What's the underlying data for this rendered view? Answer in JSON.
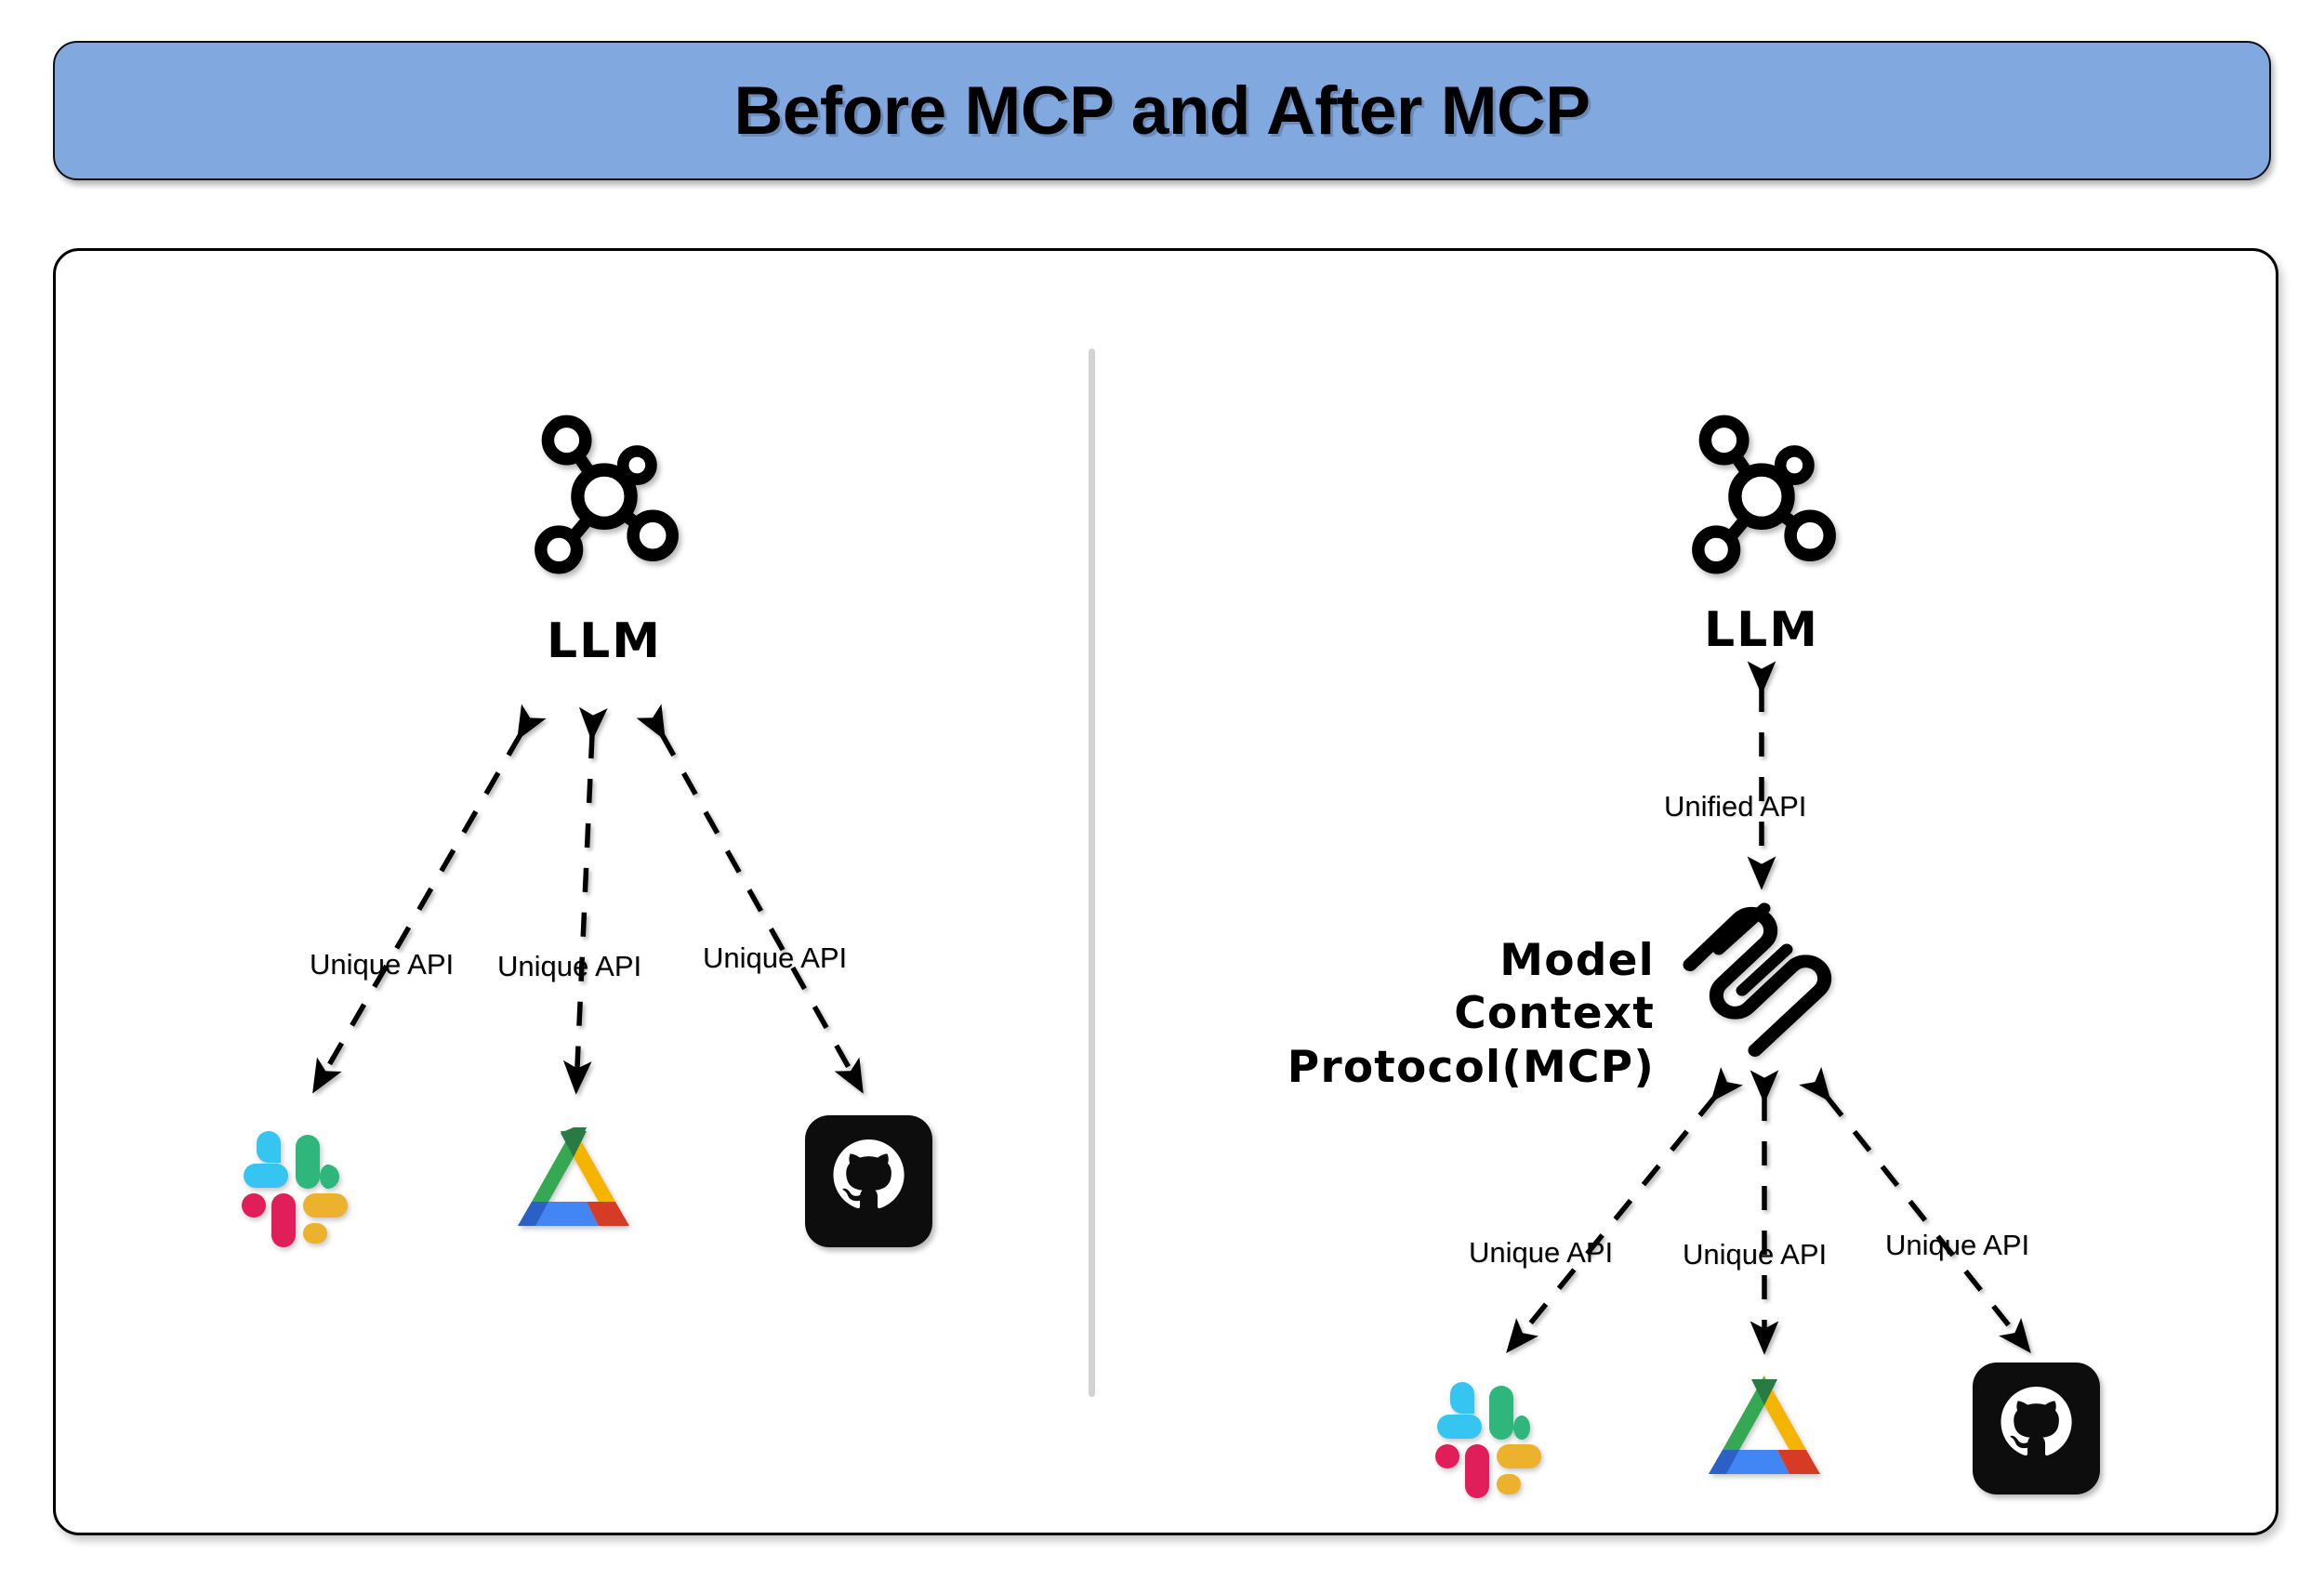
{
  "title": {
    "text": "Before MCP and After MCP",
    "background_color": "#82A8E0",
    "text_color": "#000000"
  },
  "panel": {
    "border_color": "#000000",
    "background_color": "#FFFFFF",
    "divider_color": "#D2D2D2"
  },
  "left_section": {
    "name": "Before MCP",
    "llm": {
      "label": "LLM",
      "icon": "molecule-network-icon"
    },
    "connections": [
      {
        "label": "Unique API",
        "target": "slack"
      },
      {
        "label": "Unique API",
        "target": "google-drive"
      },
      {
        "label": "Unique API",
        "target": "github"
      }
    ],
    "services": [
      {
        "name": "Slack",
        "icon": "slack-logo-icon"
      },
      {
        "name": "Google Drive",
        "icon": "google-drive-logo-icon"
      },
      {
        "name": "GitHub",
        "icon": "github-logo-icon"
      }
    ]
  },
  "right_section": {
    "name": "After MCP",
    "llm": {
      "label": "LLM",
      "icon": "molecule-network-icon"
    },
    "unified_connection": {
      "label": "Unified API"
    },
    "mcp": {
      "label_line1": "Model Context",
      "label_line2": "Protocol(MCP)",
      "icon": "mcp-logo-icon"
    },
    "connections": [
      {
        "label": "Unique API",
        "target": "slack"
      },
      {
        "label": "Unique API",
        "target": "google-drive"
      },
      {
        "label": "Unique API",
        "target": "github"
      }
    ],
    "services": [
      {
        "name": "Slack",
        "icon": "slack-logo-icon"
      },
      {
        "name": "Google Drive",
        "icon": "google-drive-logo-icon"
      },
      {
        "name": "GitHub",
        "icon": "github-logo-icon"
      }
    ]
  },
  "colors": {
    "slack_cyan": "#36C5F0",
    "slack_green": "#2EB67D",
    "slack_red": "#E01E5A",
    "slack_yellow": "#ECB22E",
    "drive_green": "#34A853",
    "drive_green_dark": "#2A7B43",
    "drive_yellow": "#F4B400",
    "drive_blue": "#4285F4",
    "drive_blue_dark": "#2B61C4",
    "drive_red": "#D63B26",
    "github_black": "#0D0D0D",
    "arrow_black": "#000000"
  }
}
